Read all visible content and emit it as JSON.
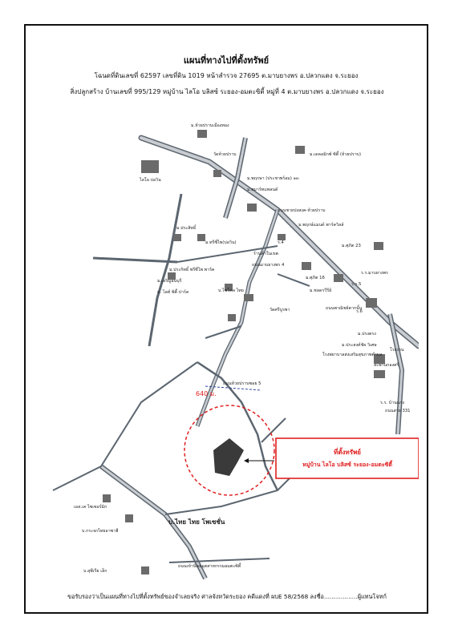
{
  "document": {
    "title": "แผนที่ทางไปที่ตั้งทรัพย์",
    "line1": "โฉนดที่ดินเลขที่ 62597 เลขที่ดิน 1019  หน้าสำรวจ 27695  ต.มาบยางพร  อ.ปลวกแดง  จ.ระยอง",
    "line2": "สิ่งปลูกสร้าง  บ้านเลขที่ 995/129  หมู่บ้าน ไลโอ บลิสซ์ ระยอง-อมตะซิตี้  หมู่ที่ 4  ต.มาบยางพร  อ.ปลวกแดง  จ.ระยอง",
    "footer_text": "ขอรับรองว่าเป็นแผนที่ทางไปที่ตั้งทรัพย์ของจำเลยจริง ศาลจังหวัดระยอง คดีแดงที่ ผบE 58/2568 ลงชื่อ",
    "footer_dots": "..................",
    "footer_role": "ผู้แทนโจทก์"
  },
  "map": {
    "labels": {
      "village_top": "ม.ห้วยปราบเมืองทอง",
      "decent": "ม.เดคอมิกซ์ ซิตี้ (ห้วยปราบ)",
      "temple": "วัดห้วยปราบ",
      "prak_village": "ม.พฤกษา (ประชาพร้อม) ๑๓",
      "sarnthai": "ม.สมาร์ทแพลนด์",
      "lio_top": "ไลโอ บ่อวิน",
      "road_huaiprap": "ถนนชายปงสงค-ห้วยปราบ",
      "phruk_bay": "ม.พฤกษ์แมนด์ พาร์ควิลล์",
      "prasit": "ม.ประสิทธิ์",
      "sri_sai": "ม.ทรีซี่ไพ(บ่อวิน)",
      "cp4": "ร.4",
      "shop": "ร้านค้าในเขต",
      "ban_phra": "ม.ประกิทธิ์ พรีซีไพ พาร์ค",
      "road_mab": "ถนนมาบยางพร 4",
      "villa23": "ม.ศุภิต 23",
      "villa16": "ม.ศุภิต 16",
      "charoen": "ม.เจริญธนบุรี",
      "lio_park": "ม. ไลท์ ซิตี้ ปาร์ค",
      "natural": "บ.ไซโคล ไทย",
      "suwan": "ม.ชลดรวีรีย์",
      "school": "ร.ร.มาบยางพร",
      "muaeng": "ร.ร.5",
      "market": "ร.6",
      "wat_bo": "วัดศรีบูรพา",
      "cp_road": "ถนนพาณิชย์ตากนั้น",
      "ryukong": "สะพานกองศรี",
      "lioknock": "ม.ปรงตรง",
      "prasit_fac": "ม.ประสงค์ชัย วิเศษ",
      "hospital": "โรงพยาบาลส่งเสริมสุขภาพตำบล",
      "plant": "โรงงาน",
      "dist_label": "640 ม.",
      "soi_road": "ถนนห้วยปราบซอย 5",
      "property_title": "ที่ตั้งทรัพย์",
      "property_desc": "หมู่บ้าน ไลโอ บลิสซ์ ระยอง-อมตะซิตี้",
      "factory1": "เอส.เค ไซเซอร์มิก",
      "factory2": "บ.กระจกไทยอาซาฮี",
      "factory3": "บ.ไทย ไทย โพเซชั่น",
      "factory4": "บ.สุพีเรีย เล็ก",
      "bottom_road": "ถนนเข้านิคมอุตสาหกรรมอมตะซิตี้",
      "right_label1": "ร.ร. บ้านแก่ง",
      "right_label2": "ถนนสาย 331"
    },
    "colors": {
      "road": "#5c6670",
      "road_fill": "#c8ccd0",
      "marker_red": "#e02020",
      "property_fill": "#3a3a3a",
      "dashed_blue": "#3040a0"
    }
  }
}
